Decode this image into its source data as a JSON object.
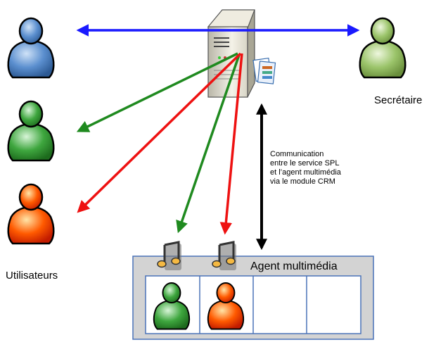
{
  "labels": {
    "secretary": "Secrétaire",
    "users": "Utilisateurs",
    "communication_lines": [
      "Communication",
      "entre le service SPL",
      "et l’agent multimédia",
      "via le module CRM"
    ],
    "agent": "Agent multimédia"
  },
  "colors": {
    "blue_link": "#1a1aff",
    "green_link": "#1f8a1f",
    "red_link": "#ee1111",
    "black_link": "#000000",
    "panel_fill": "#d3d3d3",
    "panel_border": "#4a72b8",
    "person_blue": "#5b8fcf",
    "person_green": "#3ea63e",
    "person_orange": "#ff5a00",
    "person_lightgreen": "#9bc46a"
  },
  "icons": [
    "server-icon",
    "documents-icon",
    "music-note-icon",
    "person-icon"
  ]
}
